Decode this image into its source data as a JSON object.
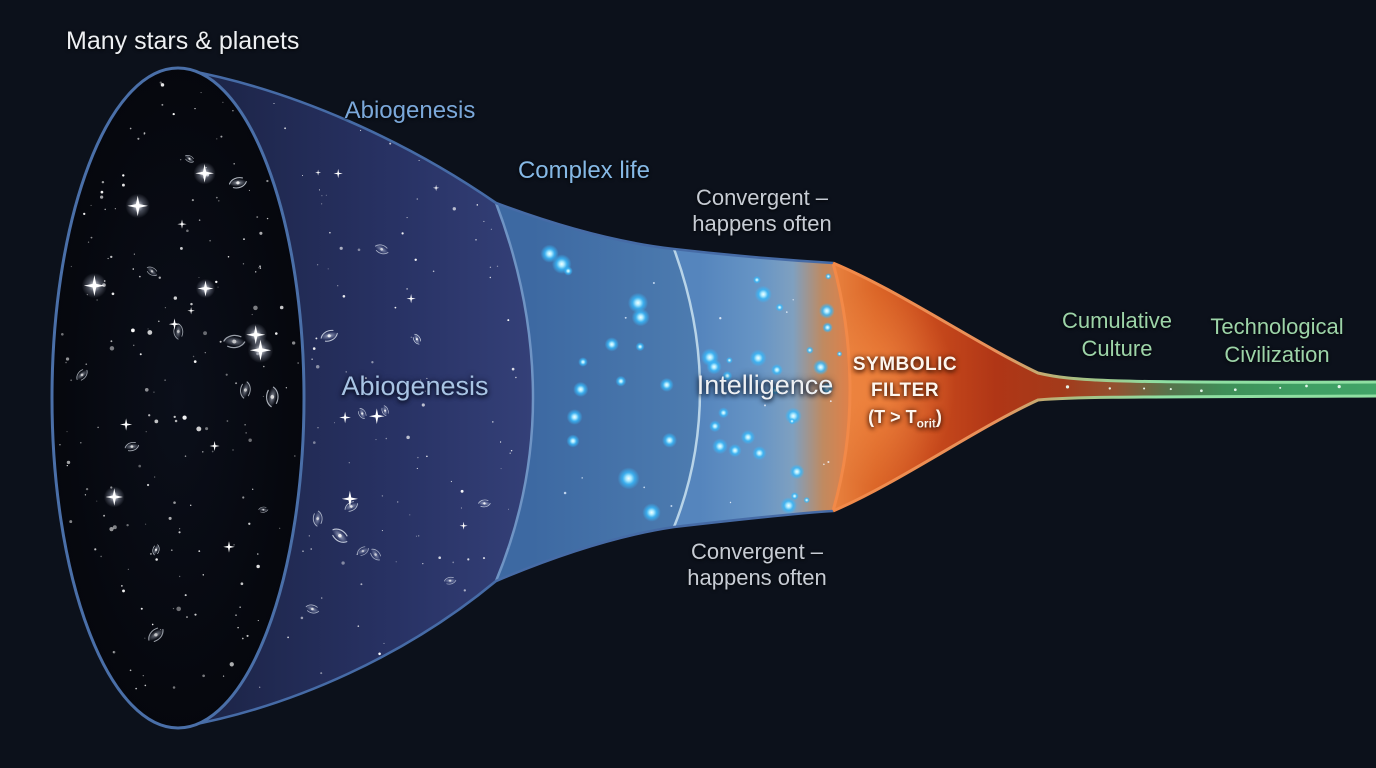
{
  "diagram": {
    "kind": "funnel",
    "description_labels_only": true
  },
  "labels": {
    "many_stars": "Many stars & planets",
    "abiogenesis_top": "Abiogenesis",
    "complex_life": "Complex life",
    "convergent_top": [
      "Convergent –",
      "happens often"
    ],
    "abiogenesis_inner": "Abiogenesis",
    "intelligence": "Intelligence",
    "symbolic_filter": [
      "SYMBOLIC",
      "FILTER"
    ],
    "filter_threshold": {
      "pre": "(T > T",
      "sub": "orit",
      "post": ")"
    },
    "cumulative_culture": [
      "Cumulative",
      "Culture"
    ],
    "technological_civilization": [
      "Technological",
      "Civilization"
    ],
    "convergent_bottom": [
      "Convergent –",
      "happens often"
    ]
  },
  "colors": {
    "bg": "#0c111b",
    "label_white": "#eef0f3",
    "label_blue": "#7ba8da",
    "label_blue_2": "#86b9e6",
    "label_blue_inner": "#a8c4e4",
    "label_gray": "#c7ccd4",
    "label_green": "#9dd4a8",
    "label_filter": "#fdf6ee",
    "ellipse_stroke": "#4a6fa8",
    "section_navy": "#2a3568",
    "section_blue": "#446fa8",
    "section_light_blue": "#5b8cc0",
    "filter_orange": "#e0762e",
    "filter_red": "#a93620",
    "tail_green": "#3f9e63",
    "tail_edge_green": "#8fdfa2",
    "dot_cyan": "#38b6f8"
  }
}
